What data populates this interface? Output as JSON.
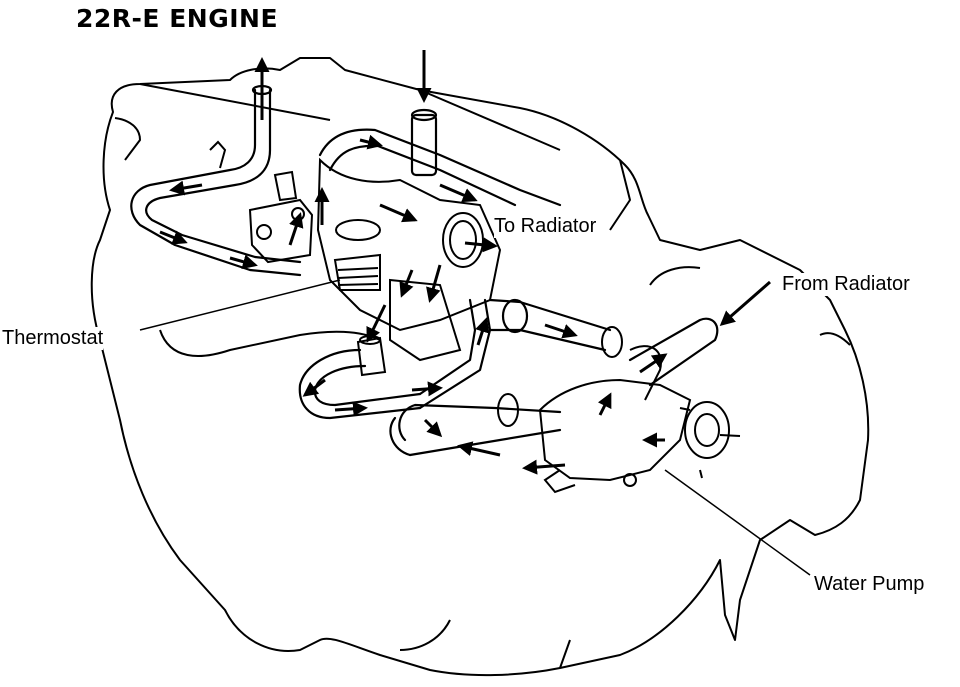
{
  "diagram": {
    "title": "22R-E ENGINE",
    "labels": {
      "to_radiator": "To Radiator",
      "from_radiator": "From Radiator",
      "thermostat": "Thermostat",
      "water_pump": "Water Pump"
    }
  }
}
